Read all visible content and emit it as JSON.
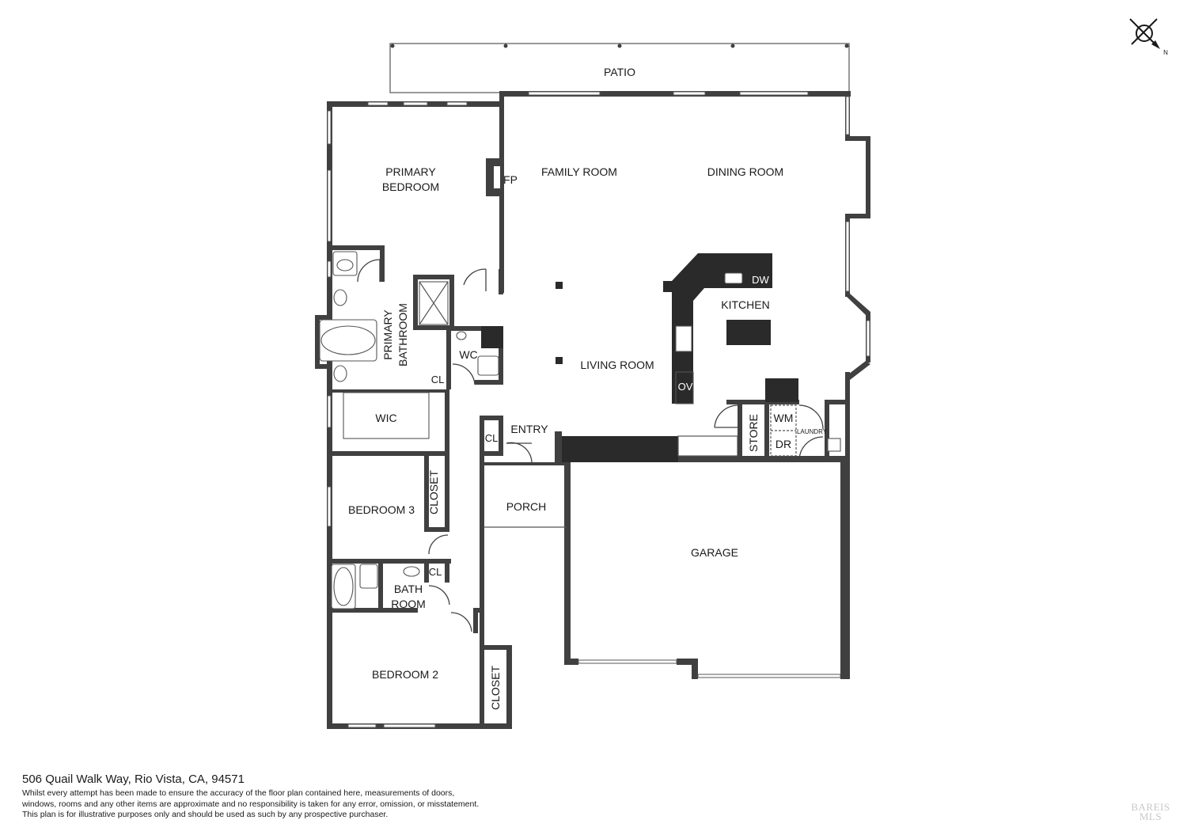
{
  "plan": {
    "rooms": {
      "patio": "PATIO",
      "primary_bedroom": [
        "PRIMARY",
        "BEDROOM"
      ],
      "family_room": "FAMILY ROOM",
      "dining_room": "DINING ROOM",
      "fireplace": "FP",
      "kitchen": "KITCHEN",
      "dishwasher": "DW",
      "oven": "OV",
      "living_room": "LIVING ROOM",
      "primary_bathroom": [
        "PRIMARY",
        "BATHROOM"
      ],
      "wc": "WC",
      "cl_primary": "CL",
      "wic": "WIC",
      "entry": "ENTRY",
      "cl_entry": "CL",
      "store": "STORE",
      "washer": "WM",
      "dryer": "DR",
      "laundry": "LAUNDRY",
      "porch": "PORCH",
      "bedroom_3": "BEDROOM 3",
      "closet_3": "CLOSET",
      "cl_bath": "CL",
      "bath_room": [
        "BATH",
        "ROOM"
      ],
      "garage": "GARAGE",
      "bedroom_2": "BEDROOM 2",
      "closet_2": "CLOSET"
    },
    "compass": {
      "label": "N"
    }
  },
  "footer": {
    "address": "506 Quail Walk Way, Rio Vista, CA, 94571",
    "disclaimer": [
      "Whilst every attempt has been made to ensure the accuracy of the floor plan contained here, measurements of doors,",
      "windows, rooms and any other items are approximate and no responsibility is taken for any error, omission, or misstatement.",
      "This plan is for illustrative purposes only and should be used as such by any prospective purchaser."
    ]
  },
  "watermark": [
    "BAREIS",
    "MLS"
  ]
}
